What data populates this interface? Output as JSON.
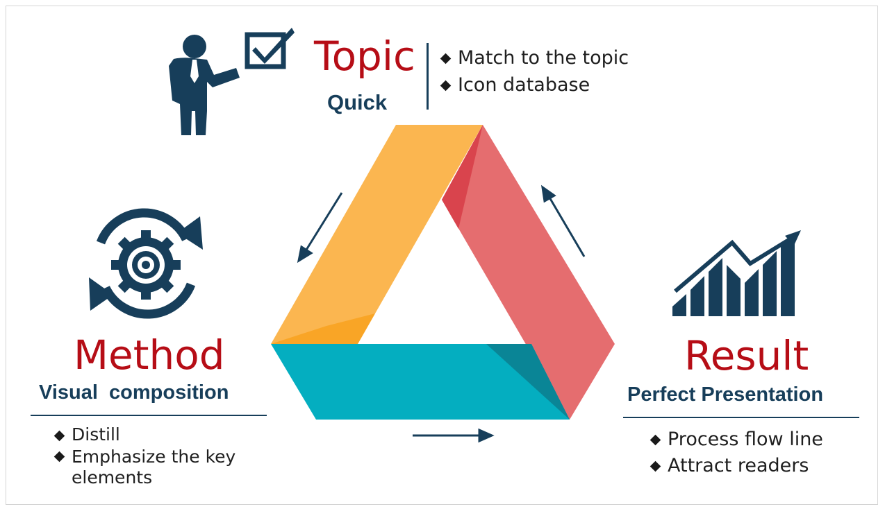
{
  "colors": {
    "red_title": "#b60d16",
    "navy": "#173e5a",
    "orange": "#fbb650",
    "coral": "#e56d6f",
    "teal": "#04aec0"
  },
  "topic": {
    "icon": "presenter-with-checkbox",
    "title": "Topic",
    "subtitle": "Quick",
    "bullets": [
      "Match to the topic",
      "Icon database"
    ]
  },
  "method": {
    "icon": "gear-cycle",
    "title": "Method",
    "subtitle": "Visual  composition",
    "bullets": [
      "Distill",
      "Emphasize the key elements"
    ]
  },
  "result": {
    "icon": "rising-bar-chart",
    "title": "Result",
    "subtitle": "Perfect Presentation",
    "bullets": [
      "Process flow line",
      "Attract readers"
    ]
  },
  "cycle": {
    "shape": "impossible-triangle",
    "direction": "counter-clockwise"
  }
}
